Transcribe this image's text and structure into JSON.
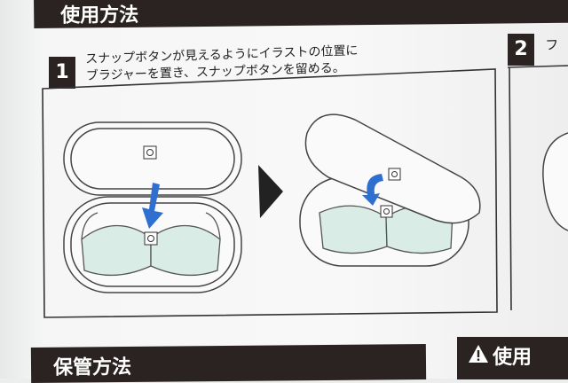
{
  "header": {
    "title": "使用方法"
  },
  "step1": {
    "number": "1",
    "lines": [
      "スナップボタンが見えるようにイラストの位置に",
      "ブラジャーを置き、スナップボタンを留める。"
    ]
  },
  "step2": {
    "number": "2",
    "text": "フ"
  },
  "storage": {
    "title": "保管方法"
  },
  "caution": {
    "title": "使用",
    "icon": "warning-triangle-icon"
  },
  "colors": {
    "bar": "#2a2321",
    "arrow": "#2f6fd0",
    "bra": "#d9ece6"
  }
}
